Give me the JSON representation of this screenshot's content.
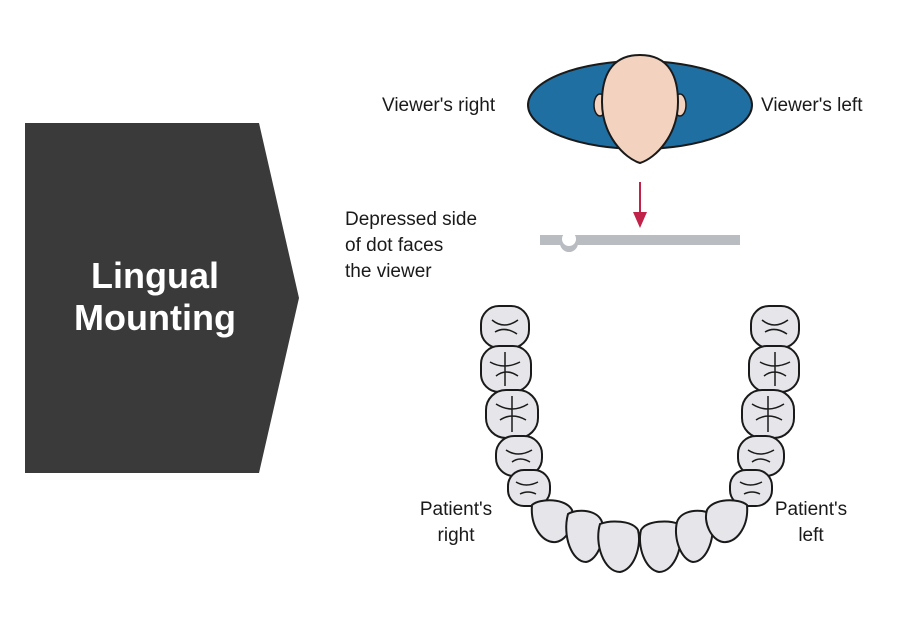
{
  "title": {
    "line1": "Lingual",
    "line2": "Mounting"
  },
  "labels": {
    "viewer_right": "Viewer's right",
    "viewer_left": "Viewer's left",
    "dot_line1": "Depressed side",
    "dot_line2": "of dot faces",
    "dot_line3": "the viewer",
    "patient_right_1": "Patient's",
    "patient_right_2": "right",
    "patient_left_1": "Patient's",
    "patient_left_2": "left"
  },
  "colors": {
    "panel": "#3a3a3a",
    "shoulders": "#1f6fa3",
    "skin": "#f3d3bf",
    "arrow": "#c0224a",
    "film": "#b9bcc1",
    "tooth_fill": "#e6e6ea",
    "outline": "#1a1a1a"
  },
  "icons": {
    "head": "viewer-head-icon",
    "arrow": "arrow-down-icon",
    "film": "film-dot-icon",
    "arch": "dental-arch-icon"
  }
}
